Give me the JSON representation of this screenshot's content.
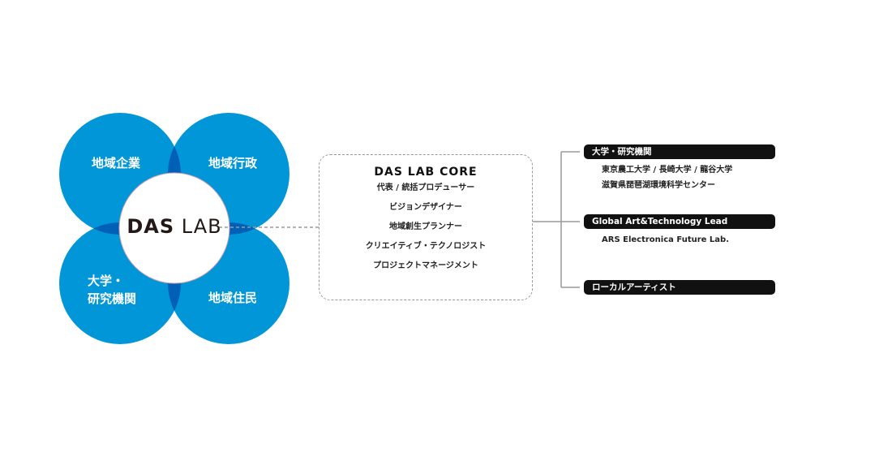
{
  "circles": {
    "top_left": "地域企業",
    "top_right": "地域行政",
    "bottom_left_1": "大学・",
    "bottom_left_2": "研究機関",
    "bottom_right": "地域住民"
  },
  "logo": {
    "bold": "DAS",
    "light": "LAB"
  },
  "core": {
    "title": "DAS LAB CORE",
    "items": [
      "代表 / 統括プロデューサー",
      "ビジョンデザイナー",
      "地域創生プランナー",
      "クリエイティブ・テクノロジスト",
      "プロジェクトマネージメント"
    ]
  },
  "partners": [
    {
      "label": "大学・研究機関",
      "details": [
        "東京農工大学 / 長崎大学 / 龍谷大学",
        "滋賀県琵琶湖環境科学センター"
      ]
    },
    {
      "label": "Global Art&Technology Lead",
      "details": [
        "ARS Electronica Future Lab."
      ]
    },
    {
      "label": "ローカルアーティスト",
      "details": []
    }
  ],
  "colors": {
    "circle": "#0096d8",
    "overlap": "#0060b6"
  }
}
